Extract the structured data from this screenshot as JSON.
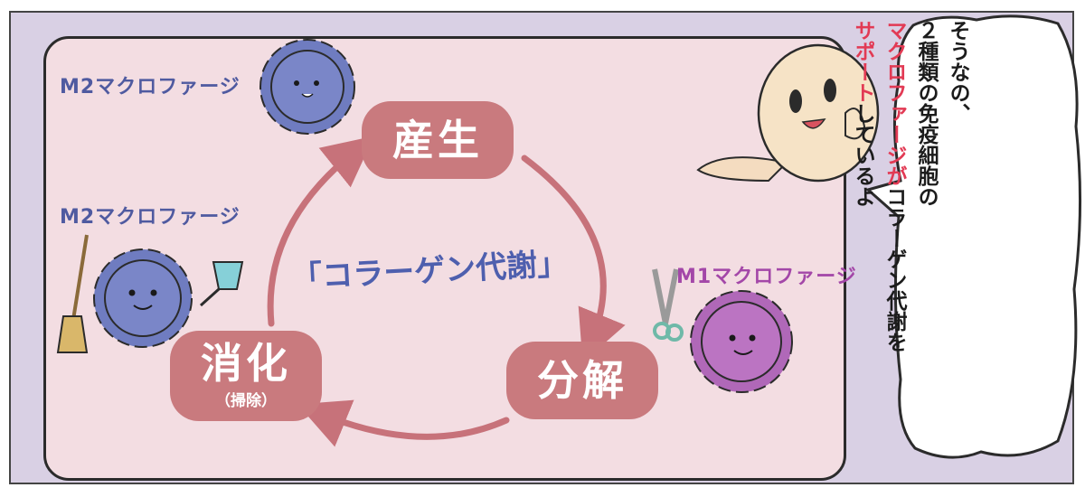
{
  "cycle": {
    "produce": "産生",
    "decompose": "分解",
    "digest": "消化",
    "digest_note": "（掃除）",
    "title": "「コラーゲン代謝」"
  },
  "macrophages": {
    "m2_top": "M2マクロファージ",
    "m2_left": "M2マクロファージ",
    "m1_right": "M1マクロファージ"
  },
  "speech": {
    "line1": "そうなの、",
    "line2": "２種類の免疫細胞の",
    "line3_hl": "マクロファージが",
    "line3_rest": "コラーゲン代謝を",
    "line4_hl": "サポート",
    "line4_rest": "しているよ"
  },
  "colors": {
    "panel_bg": "#f3dde2",
    "frame_bg": "#d9d0e4",
    "node_fill": "#c97a7e",
    "arrow": "#c7727a",
    "m2_cell": "#6f7cc0",
    "m1_cell": "#b068b8",
    "highlight": "#e23a54",
    "title_blue": "#4e5fae"
  }
}
